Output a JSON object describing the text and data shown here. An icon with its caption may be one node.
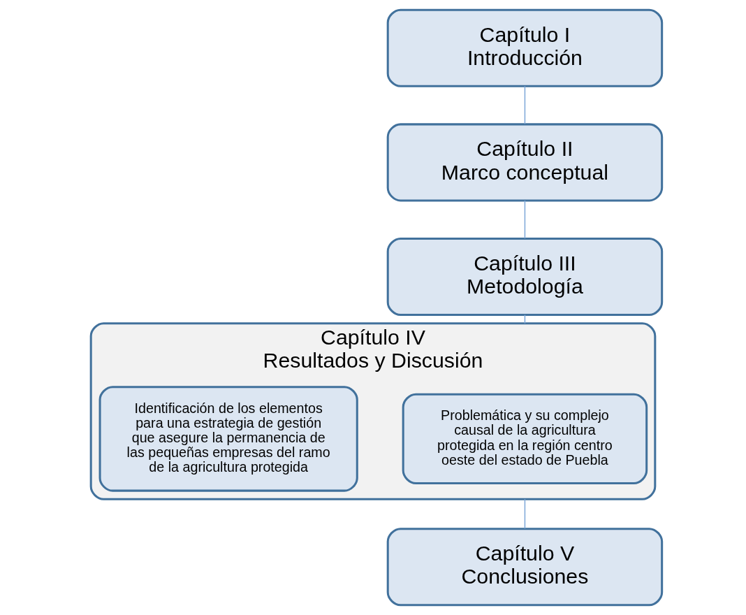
{
  "diagram": {
    "nodes": [
      {
        "text": [
          "Capítulo I",
          "Introducción"
        ]
      },
      {
        "text": [
          "Capítulo II",
          "Marco conceptual"
        ]
      },
      {
        "text": [
          "Capítulo III",
          "Metodología"
        ]
      },
      {
        "text": [
          "Capítulo IV",
          "Resultados y Discusión"
        ]
      },
      {
        "text": [
          "Problemática y su complejo causal de la agricultura protegida en la región centro oeste del estado de Puebla"
        ],
        "in": 3
      },
      {
        "text": [
          "Identificación de los elementos para una estrategia de gestión que asegure la permanencia de las pequeñas empresas del ramo de la agricultura protegida"
        ],
        "in": 3
      },
      {
        "text": [
          "Capítulo V",
          "Conclusiones"
        ]
      }
    ],
    "edges": [
      {
        "from": 0,
        "to": 1,
        "arrow": "none"
      },
      {
        "from": 1,
        "to": 2,
        "arrow": "none"
      },
      {
        "from": 2,
        "to": 3,
        "arrow": "none"
      },
      {
        "from": 3,
        "to": 6,
        "arrow": "none"
      }
    ]
  }
}
